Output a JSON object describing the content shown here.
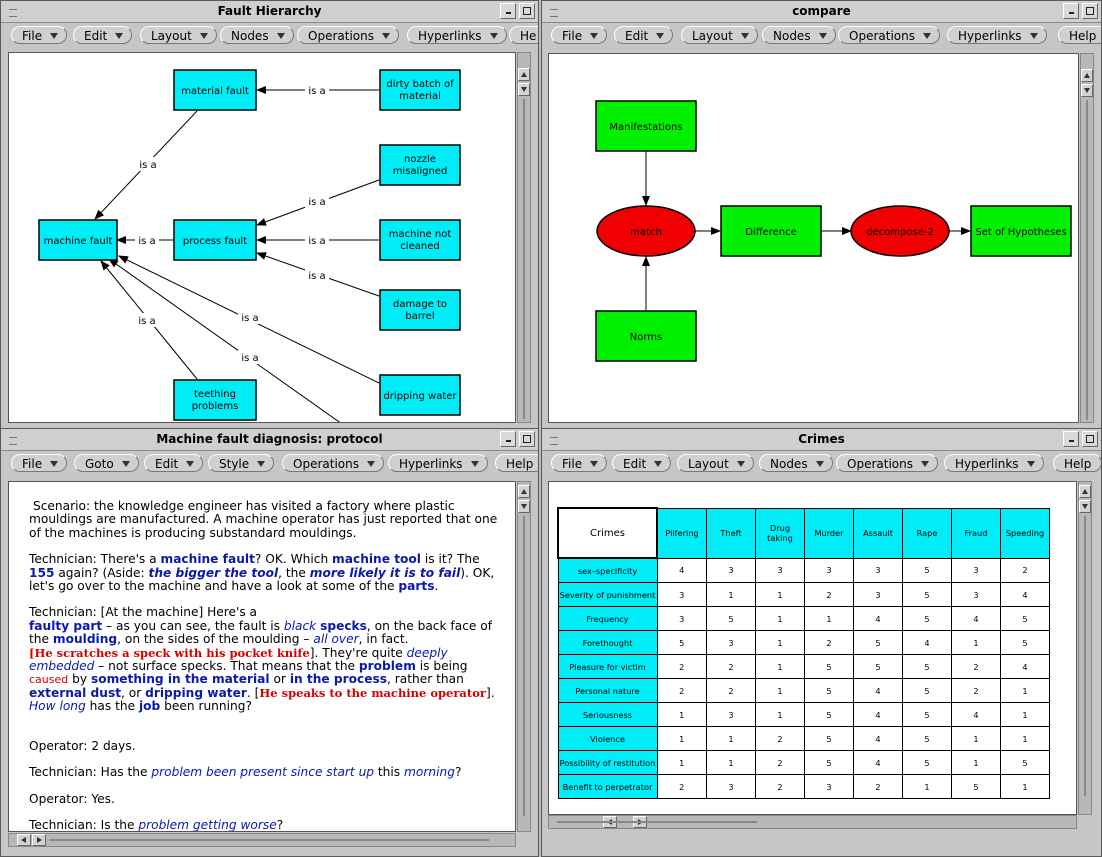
{
  "windows": {
    "fault_hierarchy": {
      "title": "Fault Hierarchy",
      "menus": [
        "File",
        "Edit",
        "Layout",
        "Nodes",
        "Operations",
        "Hyperlinks",
        "He"
      ],
      "nodes": {
        "material_fault": "material fault",
        "dirty_batch": [
          "dirty batch of",
          "material"
        ],
        "nozzle": [
          "nozzle",
          "misaligned"
        ],
        "machine_fault": "machine fault",
        "process_fault": "process fault",
        "machine_not_cleaned": [
          "machine not",
          "cleaned"
        ],
        "damage_barrel": [
          "damage to",
          "barrel"
        ],
        "dripping_water": "dripping water",
        "teething": [
          "teething",
          "problems"
        ]
      },
      "edge_label": "is a",
      "node_color": "#00ecf6"
    },
    "compare": {
      "title": "compare",
      "menus": [
        "File",
        "Edit",
        "Layout",
        "Nodes",
        "Operations",
        "Hyperlinks",
        "Help"
      ],
      "nodes": {
        "manifestations": "Manifestations",
        "match": "match",
        "difference": "Difference",
        "decompose": "decompose-2",
        "hypotheses": "Set of Hypotheses",
        "norms": "Norms"
      },
      "green": "#00f000",
      "red": "#f00000"
    },
    "protocol": {
      "title": "Machine fault diagnosis: protocol",
      "menus": [
        "File",
        "Goto",
        "Edit",
        "Style",
        "Operations",
        "Hyperlinks",
        "Help"
      ],
      "p1": "Scenario: the knowledge engineer has visited a factory where plastic mouldings are manufactured. A machine operator has just reported that one of the machines is producing substandard mouldings.",
      "p2": {
        "t1": "Technician:  There's a ",
        "k1": "machine fault",
        "t2": "? OK. Which ",
        "k2": "machine tool",
        "t3": " is it? The ",
        "k3": "155",
        "t4": " again? (Aside: ",
        "k4": "the  bigger the tool",
        "t5": ", the ",
        "k5": "more likely it is to fail",
        "t6": "). OK, let's go over to the machine and have a look at some of the ",
        "k6": "parts",
        "t7": "."
      },
      "p3": {
        "t1": "Technician:  [At the machine] Here's a",
        "k1": "faulty part",
        "t2": " – as you can see, the fault is ",
        "k2": "black",
        "t3": " ",
        "k3": "specks",
        "t4": ", on the back face of the ",
        "k4": "moulding",
        "t5": ", on the sides of the moulding – ",
        "k5": "all over",
        "t6": ", in fact.",
        "r1": "He scratches a speck with his pocket knife",
        "t7": "].  They're quite ",
        "k6": "deeply embedded",
        "t8": " – not surface specks. That means that the ",
        "k7": "problem",
        "t9": " is being ",
        "r2": "caused",
        "t10": " by ",
        "k8": "something in the material",
        "t11": " or ",
        "k9": "in the process",
        "t12": ", rather than ",
        "k10": "external dust",
        "t13": ", or ",
        "k11": "dripping water",
        "t14": ".  [",
        "r3": "He speaks to the machine operator",
        "t15": "].  ",
        "k12": "How long",
        "t16": " has the ",
        "k13": "job",
        "t17": " been running?"
      },
      "p4": "Operator:  2 days.",
      "p5": {
        "t1": "Technician:  Has the ",
        "k1": "problem been present since start up",
        "t2": " this ",
        "k2": "morning",
        "t3": "?"
      },
      "p6": "Operator:  Yes.",
      "p7": {
        "t1": "Technician:  Is the ",
        "k1": "problem getting worse",
        "t2": "?"
      }
    },
    "crimes": {
      "title": "Crimes",
      "menus": [
        "File",
        "Edit",
        "Layout",
        "Nodes",
        "Operations",
        "Hyperlinks",
        "Help"
      ],
      "corner": "Crimes",
      "columns": [
        "Pilfering",
        "Theft",
        "Drug taking",
        "Murder",
        "Assault",
        "Rape",
        "Fraud",
        "Speeding"
      ],
      "rows": [
        {
          "label": "sex–specificity",
          "values": [
            "4",
            "3",
            "3",
            "3",
            "3",
            "5",
            "3",
            "2"
          ]
        },
        {
          "label": "Severity of punishment",
          "values": [
            "3",
            "1",
            "1",
            "2",
            "3",
            "5",
            "3",
            "4"
          ]
        },
        {
          "label": "Frequency",
          "values": [
            "3",
            "5",
            "1",
            "1",
            "4",
            "5",
            "4",
            "5"
          ]
        },
        {
          "label": "Forethought",
          "values": [
            "5",
            "3",
            "1",
            "2",
            "5",
            "4",
            "1",
            "5"
          ]
        },
        {
          "label": "Pleasure for victim",
          "values": [
            "2",
            "2",
            "1",
            "5",
            "5",
            "5",
            "2",
            "4"
          ]
        },
        {
          "label": "Personal nature",
          "values": [
            "2",
            "2",
            "1",
            "5",
            "4",
            "5",
            "2",
            "1"
          ]
        },
        {
          "label": "Seriousness",
          "values": [
            "1",
            "3",
            "1",
            "5",
            "4",
            "5",
            "4",
            "1"
          ]
        },
        {
          "label": "Violence",
          "values": [
            "1",
            "1",
            "2",
            "5",
            "4",
            "5",
            "1",
            "1"
          ]
        },
        {
          "label": "Possibility of restitution",
          "values": [
            "1",
            "1",
            "2",
            "5",
            "4",
            "5",
            "1",
            "5"
          ]
        },
        {
          "label": "Benefit to perpetrator",
          "values": [
            "2",
            "3",
            "2",
            "3",
            "2",
            "1",
            "5",
            "1"
          ]
        }
      ],
      "header_color": "#00ecf6"
    }
  }
}
